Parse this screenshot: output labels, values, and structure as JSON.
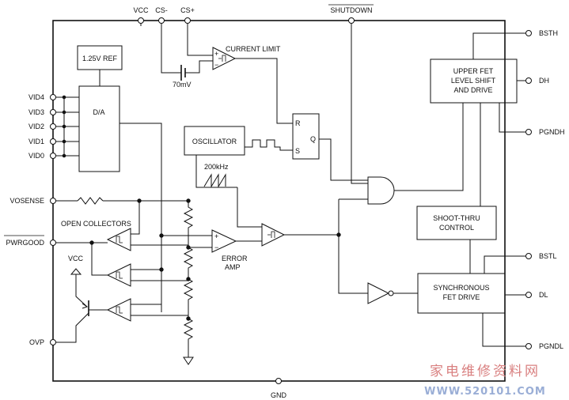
{
  "pins_top": {
    "vcc": "VCC",
    "cs_minus": "CS-",
    "cs_plus": "CS+",
    "shutdown": "SHUTDOWN"
  },
  "pins_left": {
    "vid4": "VID4",
    "vid3": "VID3",
    "vid2": "VID2",
    "vid1": "VID1",
    "vid0": "VID0",
    "vosense": "VOSENSE",
    "pwrgood": "PWRGOOD",
    "ovp": "OVP"
  },
  "pins_right": {
    "bsth": "BSTH",
    "dh": "DH",
    "pgndh": "PGNDH",
    "bstl": "BSTL",
    "dl": "DL",
    "pgndl": "PGNDL"
  },
  "pin_bottom": {
    "gnd": "GND"
  },
  "blocks": {
    "ref": "1.25V REF",
    "da": "D/A",
    "oscillator": "OSCILLATOR",
    "upper_fet_1": "UPPER FET",
    "upper_fet_2": "LEVEL SHIFT",
    "upper_fet_3": "AND DRIVE",
    "shoot_thru_1": "SHOOT-THRU",
    "shoot_thru_2": "CONTROL",
    "sync_fet_1": "SYNCHRONOUS",
    "sync_fet_2": "FET DRIVE"
  },
  "labels": {
    "current_limit": "CURRENT LIMIT",
    "offset_voltage": "70mV",
    "frequency": "200kHz",
    "open_collectors": "OPEN COLLECTORS",
    "error_amp_1": "ERROR",
    "error_amp_2": "AMP",
    "vcc_internal": "VCC",
    "latch_r": "R",
    "latch_s": "S",
    "latch_q": "Q",
    "plus": "+",
    "minus": "−"
  },
  "watermark": {
    "chinese": "家电维修资料网",
    "url": "WWW.520101.COM"
  },
  "colors": {
    "line": "#111111",
    "background": "#ffffff",
    "watermark_red": "#d98080",
    "watermark_blue": "#9aaed6"
  }
}
